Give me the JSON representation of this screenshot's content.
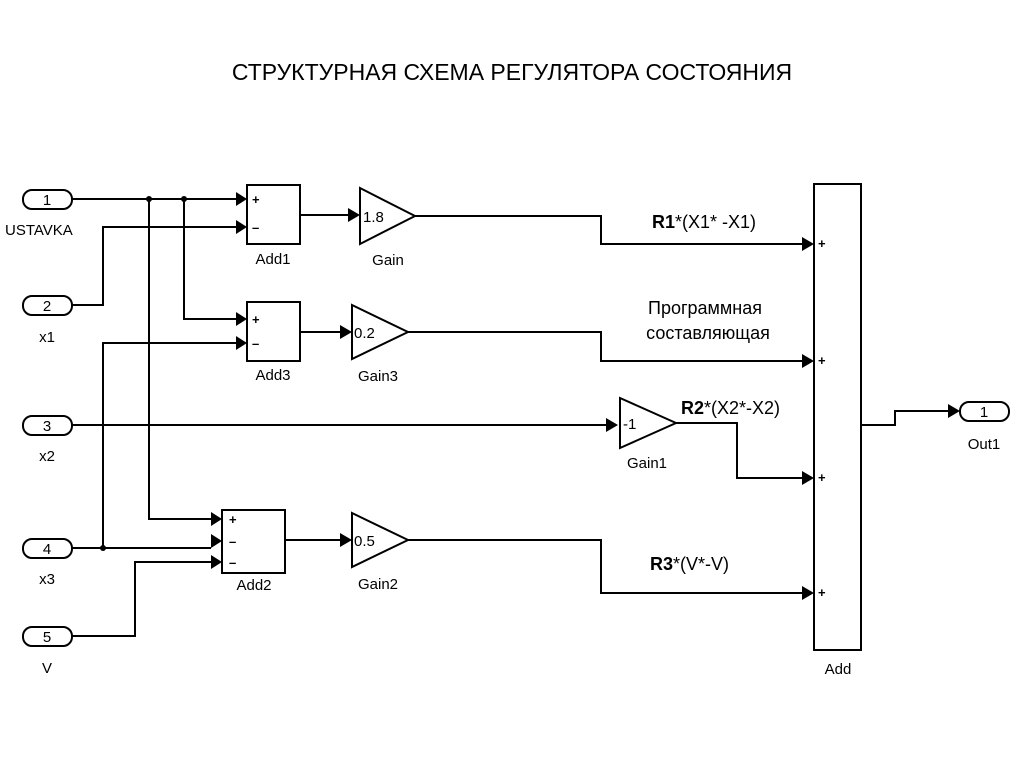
{
  "title": "СТРУКТУРНАЯ СХЕМА РЕГУЛЯТОРА СОСТОЯНИЯ",
  "inputs": [
    {
      "port": "1",
      "name": "USTAVKA"
    },
    {
      "port": "2",
      "name": "x1"
    },
    {
      "port": "3",
      "name": "x2"
    },
    {
      "port": "4",
      "name": "x3"
    },
    {
      "port": "5",
      "name": "V"
    }
  ],
  "sum_blocks": [
    {
      "name": "Add1",
      "signs": [
        "+",
        "–"
      ]
    },
    {
      "name": "Add3",
      "signs": [
        "+",
        "–"
      ]
    },
    {
      "name": "Add2",
      "signs": [
        "+",
        "–",
        "–"
      ]
    }
  ],
  "gains": [
    {
      "name": "Gain",
      "value": "1.8"
    },
    {
      "name": "Gain3",
      "value": "0.2"
    },
    {
      "name": "Gain1",
      "value": "-1"
    },
    {
      "name": "Gain2",
      "value": "0.5"
    }
  ],
  "signal_labels": {
    "r1": {
      "main": "R1",
      "rest": "*(X1* -X1)"
    },
    "program_line1": "Программная",
    "program_line2": "составляющая",
    "r2": {
      "main": "R2",
      "rest": "*(X2*-X2)"
    },
    "r3": {
      "main": "R3",
      "rest": "*(V*-V)"
    }
  },
  "output_sum": {
    "name": "Add",
    "signs": [
      "+",
      "+",
      "+",
      "+"
    ]
  },
  "output": {
    "port": "1",
    "name": "Out1"
  }
}
